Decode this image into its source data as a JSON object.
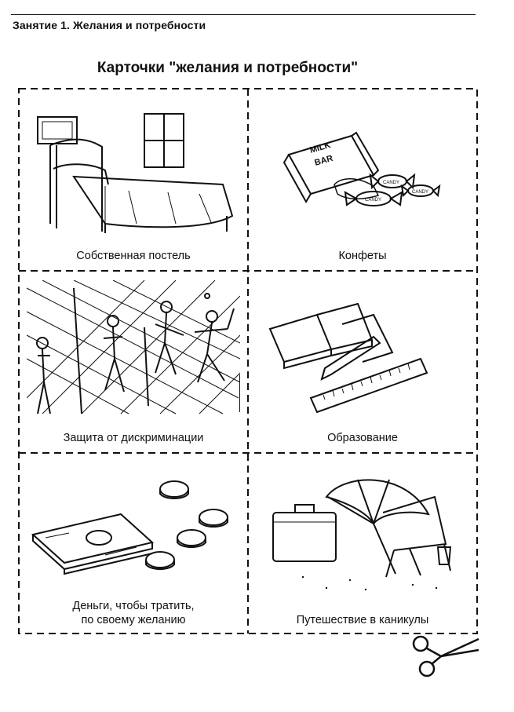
{
  "header": {
    "lesson": "Занятие 1. Желания и потребности"
  },
  "title": "Карточки \"желания и потребности\"",
  "cards": [
    {
      "caption": "Собственная постель",
      "icon": "bed-icon"
    },
    {
      "caption": "Конфеты",
      "icon": "candy-icon",
      "wrapper_text": [
        "MILK",
        "BAR",
        "CANDY"
      ]
    },
    {
      "caption": "Защита от дискриминации",
      "icon": "children-fence-icon"
    },
    {
      "caption": "Образование",
      "icon": "books-ruler-icon"
    },
    {
      "caption": "Деньги,  чтобы тратить,\nпо своему желанию",
      "icon": "money-icon"
    },
    {
      "caption": "Путешествие в каникулы",
      "icon": "suitcase-umbrella-icon"
    }
  ],
  "decor": {
    "scissors": "scissors-icon"
  }
}
